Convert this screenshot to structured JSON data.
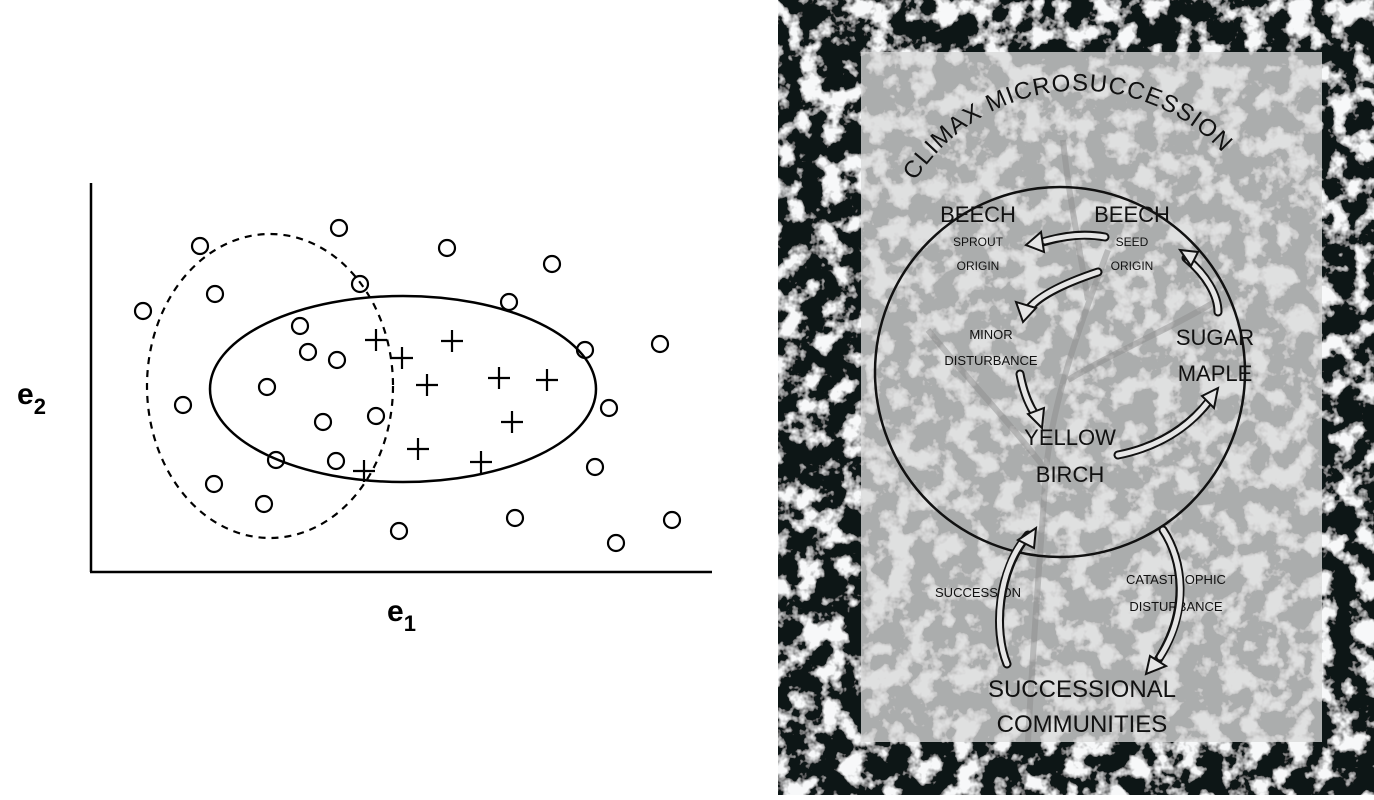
{
  "left_plot": {
    "x_axis_label": "e",
    "x_axis_subscript": "1",
    "y_axis_label": "e",
    "y_axis_subscript": "2",
    "circle_markers": [
      [
        200,
        246
      ],
      [
        339,
        228
      ],
      [
        447,
        248
      ],
      [
        552,
        264
      ],
      [
        143,
        311
      ],
      [
        215,
        294
      ],
      [
        360,
        284
      ],
      [
        509,
        302
      ],
      [
        300,
        326
      ],
      [
        308,
        352
      ],
      [
        337,
        360
      ],
      [
        585,
        350
      ],
      [
        660,
        344
      ],
      [
        267,
        387
      ],
      [
        183,
        405
      ],
      [
        323,
        422
      ],
      [
        376,
        416
      ],
      [
        609,
        408
      ],
      [
        276,
        460
      ],
      [
        336,
        461
      ],
      [
        595,
        467
      ],
      [
        214,
        484
      ],
      [
        264,
        504
      ],
      [
        399,
        531
      ],
      [
        515,
        518
      ],
      [
        616,
        543
      ],
      [
        672,
        520
      ]
    ],
    "plus_markers": [
      [
        376,
        340
      ],
      [
        402,
        358
      ],
      [
        452,
        341
      ],
      [
        427,
        385
      ],
      [
        499,
        378
      ],
      [
        547,
        380
      ],
      [
        512,
        422
      ],
      [
        418,
        449
      ],
      [
        481,
        462
      ],
      [
        364,
        471
      ]
    ]
  },
  "diagram": {
    "title": "CLIMAX MICROSUCCESSION",
    "nodes": {
      "beech_sprout_name": "BEECH",
      "beech_sprout_line1": "SPROUT",
      "beech_sprout_line2": "ORIGIN",
      "beech_seed_name": "BEECH",
      "beech_seed_line1": "SEED",
      "beech_seed_line2": "ORIGIN",
      "minor_line1": "MINOR",
      "minor_line2": "DISTURBANCE",
      "sugar_line1": "SUGAR",
      "sugar_line2": "MAPLE",
      "yellow_line1": "YELLOW",
      "yellow_line2": "BIRCH",
      "succession": "SUCCESSION",
      "catastrophic_line1": "CATASTROPHIC",
      "catastrophic_line2": "DISTURBANCE",
      "successional_line1": "SUCCESSIONAL",
      "successional_line2": "COMMUNITIES"
    }
  }
}
